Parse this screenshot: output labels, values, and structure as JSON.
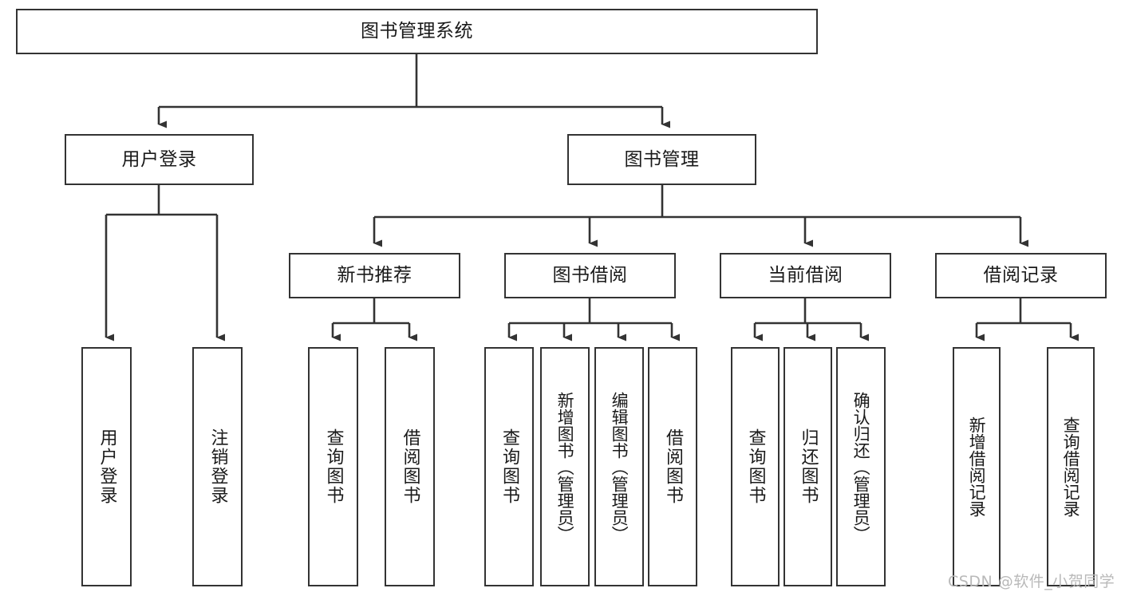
{
  "diagram": {
    "title": "图书管理系统",
    "type": "tree",
    "orientation": "top-down",
    "colors": {
      "box_border": "#333333",
      "box_fill": "#ffffff",
      "edge": "#333333",
      "text": "#1a1a1a",
      "watermark": "#b9b9b9",
      "background": "#ffffff"
    },
    "watermark": "CSDN @软件_小贺同学",
    "nodes": {
      "root": {
        "label": "图书管理系统",
        "level": 1
      },
      "level2": [
        {
          "id": "user-login",
          "label": "用户登录"
        },
        {
          "id": "book-management",
          "label": "图书管理"
        }
      ],
      "level3": [
        {
          "id": "new-book-recommend",
          "label": "新书推荐",
          "parent": "book-management"
        },
        {
          "id": "book-borrow",
          "label": "图书借阅",
          "parent": "book-management"
        },
        {
          "id": "current-borrow",
          "label": "当前借阅",
          "parent": "book-management"
        },
        {
          "id": "borrow-record",
          "label": "借阅记录",
          "parent": "book-management"
        }
      ],
      "leaves": [
        {
          "id": "leaf-user-login",
          "label": "用户登录",
          "parent": "user-login"
        },
        {
          "id": "leaf-logout-login",
          "label": "注销登录",
          "parent": "user-login"
        },
        {
          "id": "leaf-query-book-1",
          "label": "查询图书",
          "parent": "new-book-recommend"
        },
        {
          "id": "leaf-borrow-book-1",
          "label": "借阅图书",
          "parent": "new-book-recommend"
        },
        {
          "id": "leaf-query-book-2",
          "label": "查询图书",
          "parent": "book-borrow"
        },
        {
          "id": "leaf-add-book",
          "label": "新增图书（管理员）",
          "parent": "book-borrow"
        },
        {
          "id": "leaf-edit-book",
          "label": "编辑图书（管理员）",
          "parent": "book-borrow"
        },
        {
          "id": "leaf-borrow-book-2",
          "label": "借阅图书",
          "parent": "book-borrow"
        },
        {
          "id": "leaf-query-book-3",
          "label": "查询图书",
          "parent": "current-borrow"
        },
        {
          "id": "leaf-return-book",
          "label": "归还图书",
          "parent": "current-borrow"
        },
        {
          "id": "leaf-confirm-return",
          "label": "确认归还（管理员）",
          "parent": "current-borrow"
        },
        {
          "id": "leaf-add-record",
          "label": "新增借阅记录",
          "parent": "borrow-record"
        },
        {
          "id": "leaf-query-record",
          "label": "查询借阅记录",
          "parent": "borrow-record"
        }
      ]
    }
  }
}
